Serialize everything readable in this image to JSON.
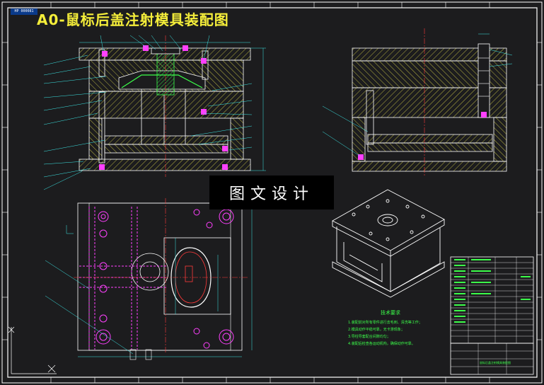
{
  "title": "A0-鼠标后盖注射模具装配图",
  "stamp": "图文设计",
  "corner_tag": "HP 000081",
  "tech_requirements": {
    "heading": "技术要求",
    "lines": [
      "1.装配前对所有零件进行去毛刺、清洗等工作；",
      "2.模具动作平稳可靠，无卡滞现象；",
      "3.导柱导套配合间隙均匀；",
      "4.装配后检查各运动机构，确保动作可靠。"
    ]
  },
  "title_block": {
    "caption": "鼠标后盖注射模具装配图"
  },
  "colors": {
    "background": "#1c1c1e",
    "frame": "#ffffff",
    "hatch": "#e0d94a",
    "fastener": "#ff40ff",
    "green": "#3cff4a",
    "cyan": "#3ce8e8",
    "red": "#ff3a3a",
    "title": "#f5ee3a"
  }
}
